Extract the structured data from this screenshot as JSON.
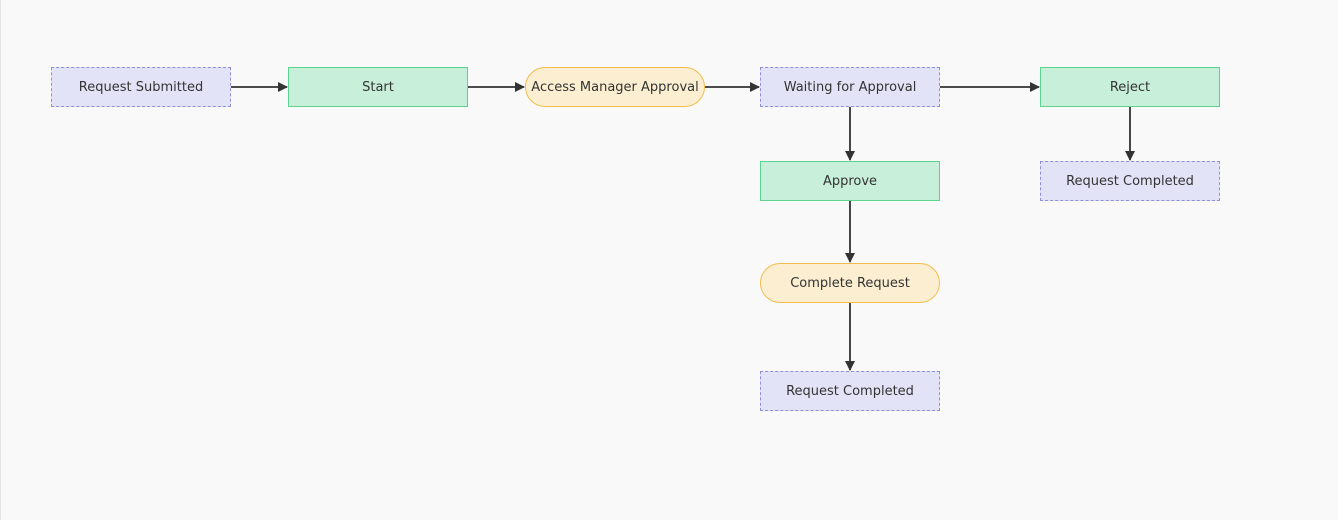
{
  "diagram": {
    "nodes": {
      "request_submitted": "Request Submitted",
      "start": "Start",
      "access_manager_approval": "Access Manager Approval",
      "waiting_for_approval": "Waiting for Approval",
      "reject": "Reject",
      "approve": "Approve",
      "complete_request": "Complete Request",
      "request_completed_reject": "Request Completed",
      "request_completed_approve": "Request Completed"
    },
    "edges": [
      {
        "from": "request_submitted",
        "to": "start"
      },
      {
        "from": "start",
        "to": "access_manager_approval"
      },
      {
        "from": "access_manager_approval",
        "to": "waiting_for_approval"
      },
      {
        "from": "waiting_for_approval",
        "to": "reject"
      },
      {
        "from": "waiting_for_approval",
        "to": "approve"
      },
      {
        "from": "reject",
        "to": "request_completed_reject"
      },
      {
        "from": "approve",
        "to": "complete_request"
      },
      {
        "from": "complete_request",
        "to": "request_completed_approve"
      }
    ],
    "colors": {
      "state_fill": "#e3e3f7",
      "state_border": "#9090d8",
      "step_fill": "#c8efda",
      "step_border": "#5ed28f",
      "task_fill": "#fcefd1",
      "task_border": "#f2bd4f",
      "edge": "#333333"
    }
  }
}
